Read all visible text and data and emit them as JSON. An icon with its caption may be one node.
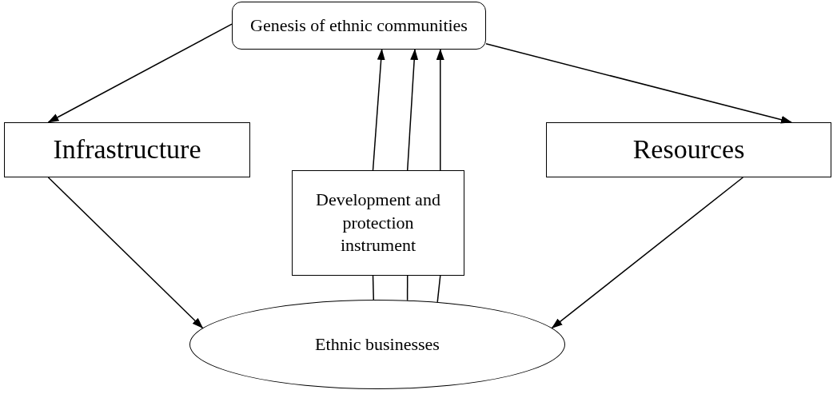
{
  "diagram": {
    "nodes": [
      {
        "text": [
          "Genesis of ethnic communities"
        ]
      },
      {
        "text": [
          "Infrastructure"
        ]
      },
      {
        "text": [
          "Development and protection instrument"
        ]
      },
      {
        "text": [
          "Resources"
        ]
      },
      {
        "text": [
          "Ethnic businesses"
        ]
      }
    ],
    "edges": [
      {
        "from": 0,
        "to": 1,
        "arrow": "to"
      },
      {
        "from": 0,
        "to": 3,
        "arrow": "to"
      },
      {
        "from": 2,
        "to": 0,
        "arrow": "to"
      },
      {
        "from": 2,
        "to": 0,
        "arrow": "to"
      },
      {
        "from": 2,
        "to": 0,
        "arrow": "to"
      },
      {
        "from": 4,
        "to": 2,
        "arrow": "none"
      },
      {
        "from": 4,
        "to": 2,
        "arrow": "none"
      },
      {
        "from": 4,
        "to": 2,
        "arrow": "none"
      },
      {
        "from": 1,
        "to": 4,
        "arrow": "to"
      },
      {
        "from": 3,
        "to": 4,
        "arrow": "to"
      }
    ]
  }
}
